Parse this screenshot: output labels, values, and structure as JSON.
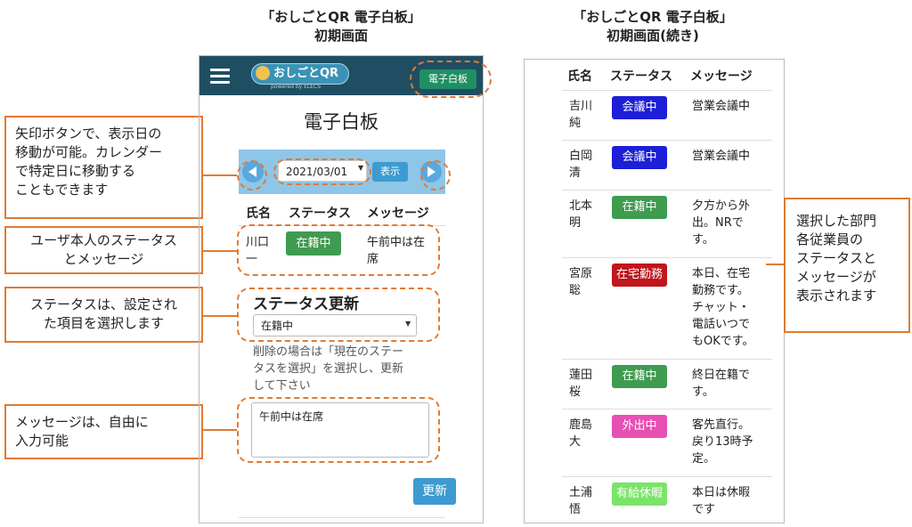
{
  "captions": {
    "left": {
      "line1": "「おしごとQR 電子白板」",
      "line2": "初期画面"
    },
    "right": {
      "line1": "「おしごとQR 電子白板」",
      "line2": "初期画面(続き)"
    }
  },
  "callouts": {
    "date_nav": {
      "line1": "矢印ボタンで、表示日の",
      "line2": "移動が可能。カレンダー",
      "line3": "で特定日に移動する",
      "line4": "こともできます"
    },
    "user_status": {
      "line1": "ユーザ本人のステータス",
      "line2": "とメッセージ"
    },
    "status_select": {
      "line1": "ステータスは、設定され",
      "line2": "た項目を選択します"
    },
    "message_input": {
      "line1": "メッセージは、自由に",
      "line2": "入力可能"
    },
    "department": {
      "line1": "選択した部門",
      "line2": "各従業員の",
      "line3": "ステータスと",
      "line4": "メッセージが",
      "line5": "表示されます"
    }
  },
  "phone": {
    "logo_text": "おしごとQR",
    "logo_sub": "powered by ELECS",
    "board_button": "電子白板",
    "title": "電子白板",
    "date_value": "2021/03/01",
    "show_button": "表示",
    "headers": {
      "name": "氏名",
      "status": "ステータス",
      "message": "メッセージ"
    },
    "user_row": {
      "name_l1": "川口",
      "name_l2": "一",
      "status": "在籍中",
      "message_l1": "午前中は在",
      "message_l2": "席"
    },
    "update_section_title": "ステータス更新",
    "status_select_value": "在籍中",
    "help_l1": "削除の場合は「現在のステー",
    "help_l2": "タスを選択」を選択し、更新",
    "help_l3": "して下さい",
    "message_value": "午前中は在席",
    "update_button": "更新"
  },
  "board": {
    "headers": {
      "name": "氏名",
      "status": "ステータス",
      "message": "メッセージ"
    },
    "rows": [
      {
        "name_l1": "吉川",
        "name_l2": "純",
        "status": "会議中",
        "color": "#1c1fd6",
        "msg": [
          "営業会議中"
        ]
      },
      {
        "name_l1": "白岡",
        "name_l2": "清",
        "status": "会議中",
        "color": "#1c1fd6",
        "msg": [
          "営業会議中"
        ]
      },
      {
        "name_l1": "北本",
        "name_l2": "明",
        "status": "在籍中",
        "color": "#3f9b4f",
        "msg": [
          "夕方から外",
          "出。NRで",
          "す。"
        ]
      },
      {
        "name_l1": "宮原",
        "name_l2": "聡",
        "status": "在宅勤務",
        "color": "#c0161c",
        "msg": [
          "本日、在宅",
          "勤務です。",
          "チャット・",
          "電話いつで",
          "もOKです。"
        ]
      },
      {
        "name_l1": "蓮田",
        "name_l2": "桜",
        "status": "在籍中",
        "color": "#3f9b4f",
        "msg": [
          "終日在籍で",
          "す。"
        ]
      },
      {
        "name_l1": "鹿島",
        "name_l2": "大",
        "status": "外出中",
        "color": "#e74fb3",
        "msg": [
          "客先直行。",
          "戻り13時予",
          "定。"
        ]
      },
      {
        "name_l1": "土浦",
        "name_l2": "悟",
        "status": "有給休暇",
        "color": "#7be36a",
        "msg": [
          "本日は休暇",
          "です"
        ]
      }
    ]
  },
  "colors": {
    "accent": "#e07b32",
    "topbar": "#1f4e63",
    "board_button": "#1f8f63",
    "date_bar": "#8ec6e8",
    "primary_button": "#3d9bd1",
    "in_office": "#3f9b4f"
  }
}
